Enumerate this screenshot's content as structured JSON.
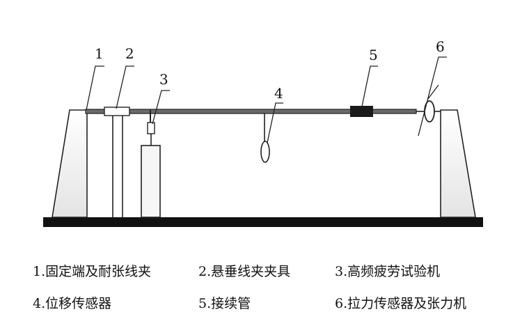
{
  "callouts": [
    "1",
    "2",
    "3",
    "4",
    "5",
    "6"
  ],
  "legend": [
    "1.固定端及耐张线夹",
    "2.悬垂线夹夹具",
    "3.高频疲劳试验机",
    "4.位移传感器",
    "5.接续管",
    "6.拉力传感器及张力机"
  ],
  "colors": {
    "line": "#222222",
    "base": "#111111",
    "pillar_fill": "#f2f2f2",
    "connector": "#1a1a1a"
  }
}
